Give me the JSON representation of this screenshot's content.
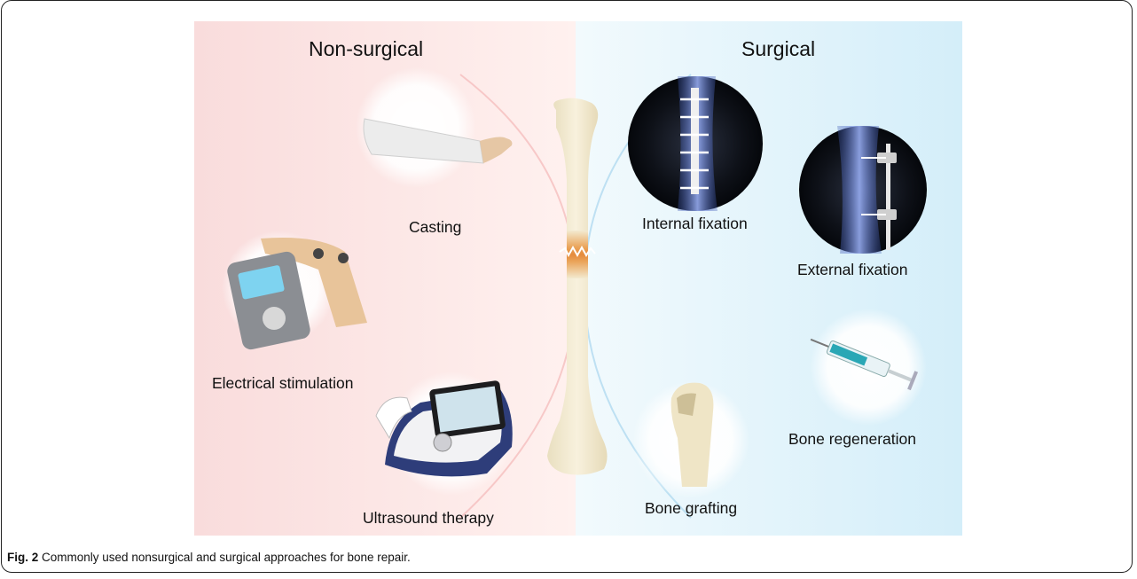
{
  "figure": {
    "sections": {
      "left_title": "Non-surgical",
      "right_title": "Surgical"
    },
    "non_surgical_items": {
      "casting": "Casting",
      "electrical_stimulation": "Electrical stimulation",
      "ultrasound_therapy": "Ultrasound therapy"
    },
    "surgical_items": {
      "internal_fixation": "Internal fixation",
      "external_fixation": "External fixation",
      "bone_regeneration": "Bone regeneration",
      "bone_grafting": "Bone grafting"
    },
    "colors": {
      "non_surgical_bg": "#fbe3e3",
      "surgical_bg": "#def1fa",
      "bone": "#f3ead0",
      "fracture": "#e8964a"
    }
  },
  "caption": {
    "label": "Fig. 2",
    "text": "Commonly used nonsurgical and surgical approaches for bone repair."
  }
}
